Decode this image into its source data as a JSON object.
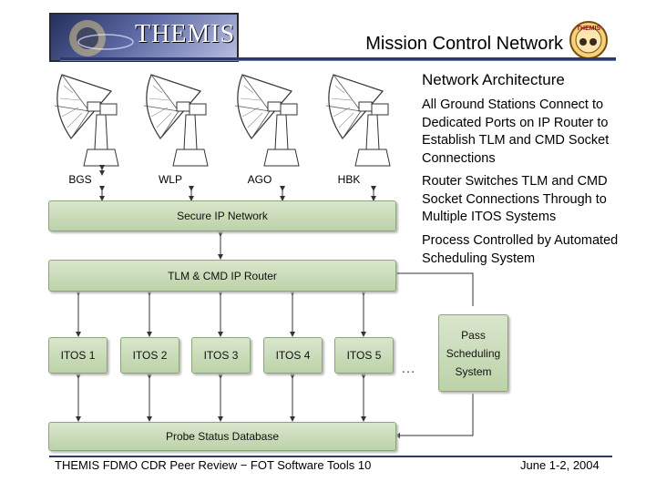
{
  "header": {
    "logo_text": "THEMIS",
    "title": "Mission Control Network",
    "badge_text": "THEMIS"
  },
  "bullets": {
    "heading": "Network Architecture",
    "items": [
      "All Ground Stations Connect to Dedicated Ports on IP Router to Establish TLM and CMD Socket Connections",
      "Router Switches TLM and CMD Socket Connections Through to Multiple ITOS Systems",
      "Process Controlled by Automated Scheduling System"
    ]
  },
  "diagram": {
    "stations": [
      "BGS",
      "WLP",
      "AGO",
      "HBK"
    ],
    "secure_network": "Secure IP Network",
    "router": "TLM & CMD IP Router",
    "itos": [
      "ITOS 1",
      "ITOS 2",
      "ITOS 3",
      "ITOS 4",
      "ITOS 5"
    ],
    "ellipsis": "…",
    "scheduler": [
      "Pass",
      "Scheduling",
      "System"
    ],
    "database": "Probe Status Database"
  },
  "footer": {
    "left": "THEMIS FDMO CDR Peer Review − FOT Software Tools 10",
    "right": "June 1-2, 2004"
  },
  "colors": {
    "box_fill": "#c9dcb6",
    "rule": "#2b3a66"
  }
}
